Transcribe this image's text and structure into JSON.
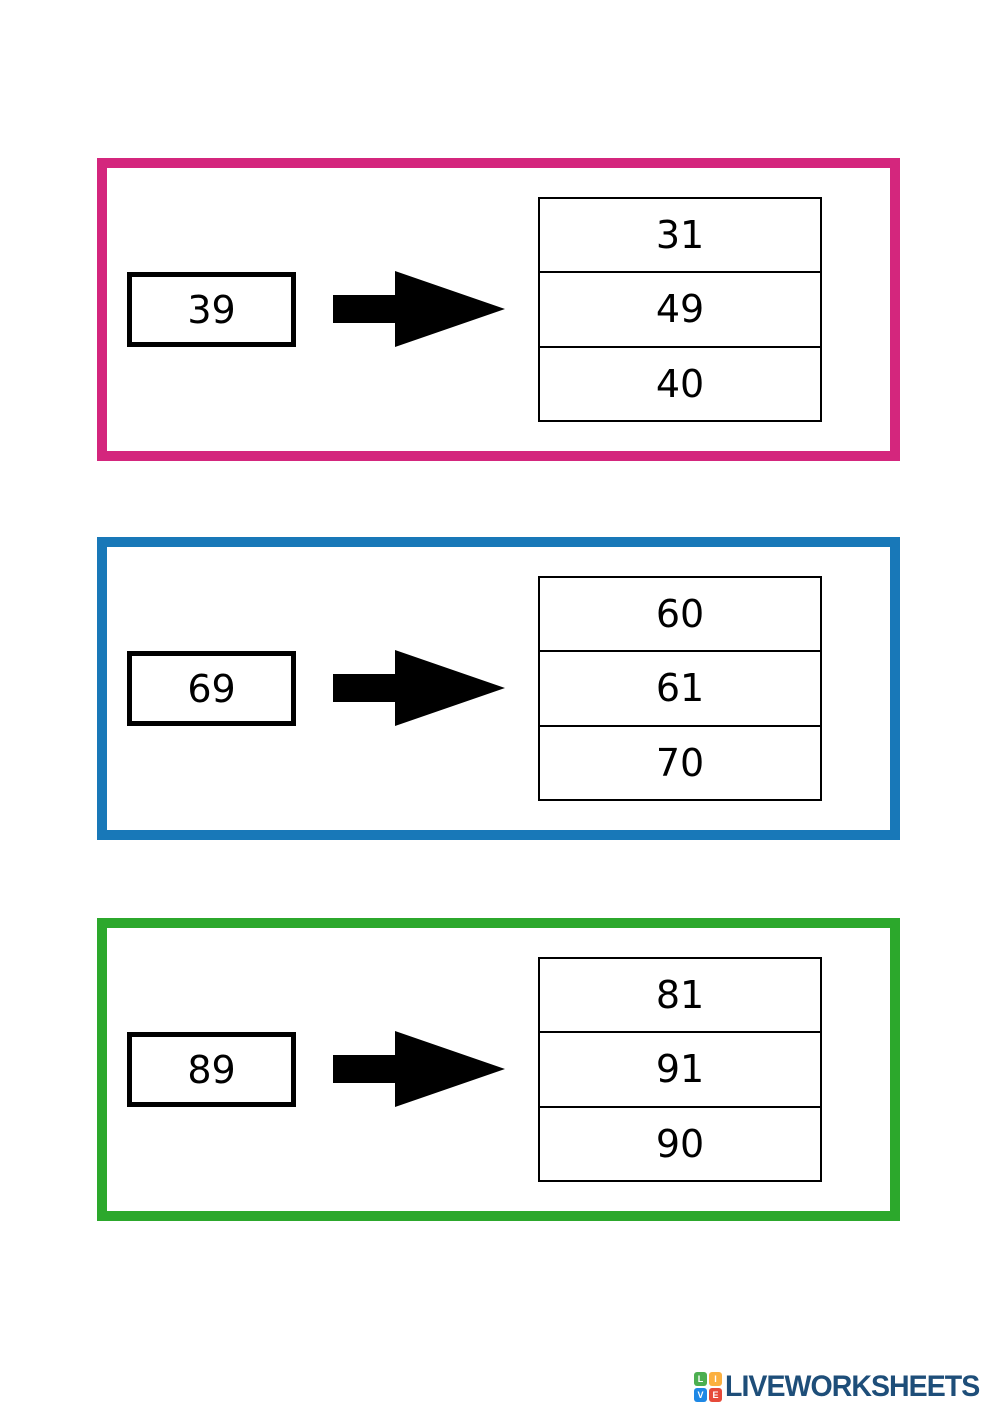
{
  "page": {
    "background": "#ffffff"
  },
  "bands": [
    {
      "border_color": "#d4267d",
      "input": "39",
      "options": [
        "31",
        "49",
        "40"
      ]
    },
    {
      "border_color": "#1878b8",
      "input": "69",
      "options": [
        "60",
        "61",
        "70"
      ]
    },
    {
      "border_color": "#2ca82c",
      "input": "89",
      "options": [
        "81",
        "91",
        "90"
      ]
    }
  ],
  "footer": {
    "logo_text": "LIVEWORKSHEETS",
    "logo_color": "#1e4e79",
    "logo_tiles": [
      {
        "letter": "L",
        "color": "#4caf50"
      },
      {
        "letter": "I",
        "color": "#fbb040"
      },
      {
        "letter": "V",
        "color": "#1e88e5"
      },
      {
        "letter": "E",
        "color": "#e64a3a"
      }
    ]
  }
}
